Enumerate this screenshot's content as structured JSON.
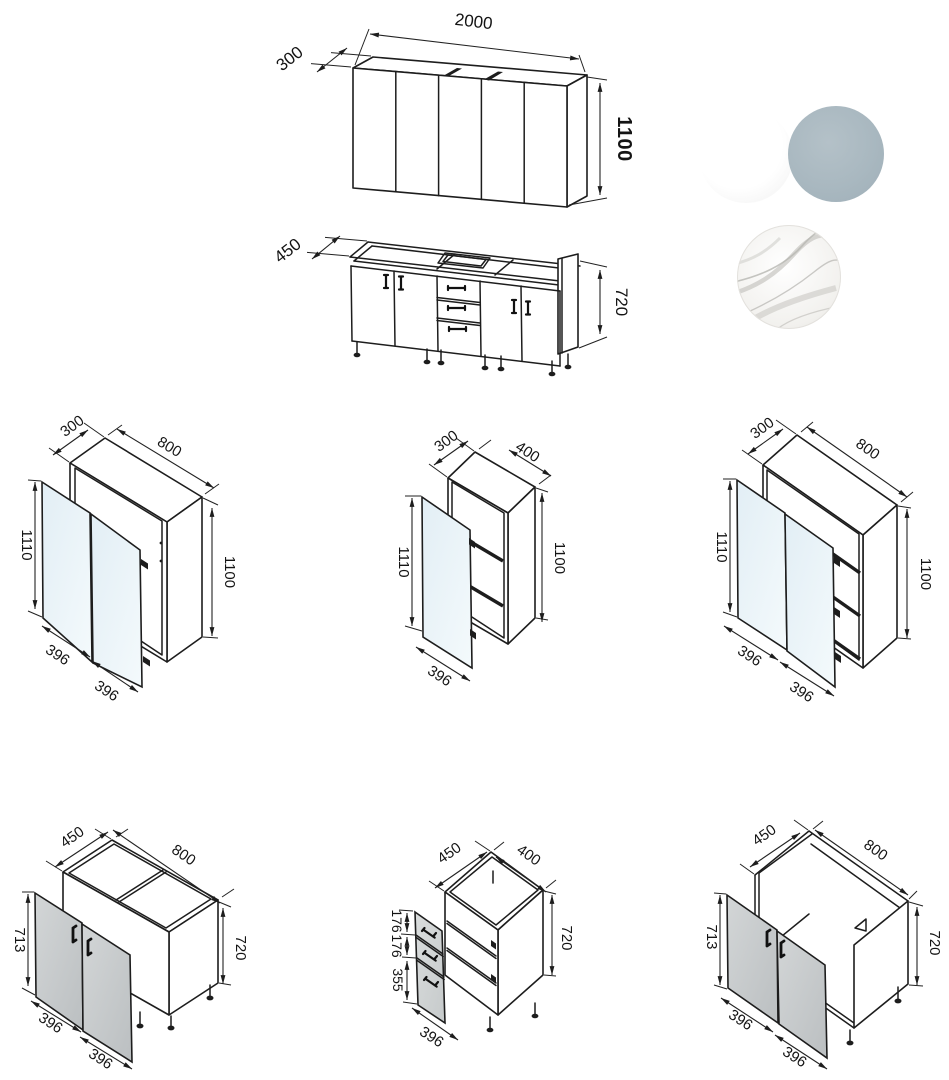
{
  "assembly_upper": {
    "width": "2000",
    "depth": "300",
    "height": "1100"
  },
  "assembly_base": {
    "depth": "450",
    "height": "720"
  },
  "wall_left": {
    "depth": "300",
    "width": "800",
    "front_height": "1110",
    "height": "1100",
    "door_left": "396",
    "door_right": "396"
  },
  "wall_middle": {
    "depth": "300",
    "width": "400",
    "front_height": "1110",
    "height": "1100",
    "door": "396"
  },
  "wall_right": {
    "depth": "300",
    "width": "800",
    "front_height": "1110",
    "height": "1100",
    "door_left": "396",
    "door_right": "396"
  },
  "base_left": {
    "depth": "450",
    "width": "800",
    "front_height": "713",
    "height": "720",
    "door_left": "396",
    "door_right": "396"
  },
  "base_drawer": {
    "depth": "450",
    "width": "400",
    "drawer_top": "176",
    "drawer_middle": "176",
    "drawer_bottom": "355",
    "height": "720",
    "drawer_width": "396"
  },
  "base_sink": {
    "depth": "450",
    "width": "800",
    "front_height": "713",
    "height": "720",
    "door_left": "396",
    "door_right": "396"
  },
  "swatches": {
    "facade_white": "#fbfbfb",
    "facade_blue_gray": "#a9b8c0",
    "worktop_marble": "#f3f2ef"
  },
  "colors": {
    "line": "#1d1d1d",
    "wall_door_fill": "#e3eff5",
    "base_door_fill": "#c7cbcc",
    "drawer_fill": "#d6dadb"
  }
}
